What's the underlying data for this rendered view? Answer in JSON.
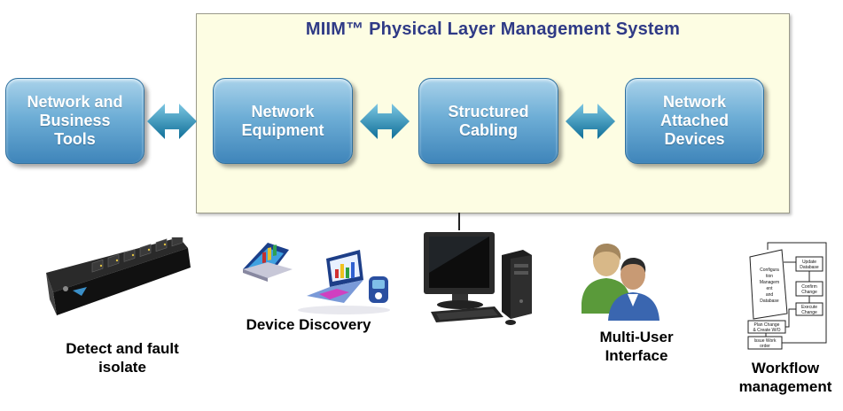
{
  "system": {
    "title": "MIIM™ Physical Layer Management System"
  },
  "boxes": {
    "network_business_tools": "Network and\nBusiness\nTools",
    "network_equipment": "Network\nEquipment",
    "structured_cabling": "Structured\nCabling",
    "network_attached_devices": "Network\nAttached\nDevices"
  },
  "captions": {
    "detect": "Detect and fault\nisolate",
    "discovery": "Device Discovery",
    "multi_user": "Multi-User\nInterface",
    "workflow": "Workflow\nmanagement"
  },
  "workflow_steps": {
    "configure": "Configuration Management and Database",
    "update": "Update Database",
    "confirm": "Confirm Change",
    "execute": "Execute Change",
    "plan": "Plan Change & Create W/O",
    "issue": "Issue Work order"
  },
  "colors": {
    "title": "#2f3a86",
    "box_top": "#a9d2ea",
    "box_bottom": "#3f85ba",
    "panel_bg": "#fdfde3",
    "arrow": "#1b7fa6"
  },
  "icons": {
    "arrow": "double-headed-arrow-icon",
    "patch_panel": "patch-panel-icon",
    "laptops": "laptop-devices-icon",
    "computer": "desktop-computer-icon",
    "users": "users-icon",
    "workflow": "workflow-diagram-icon"
  }
}
